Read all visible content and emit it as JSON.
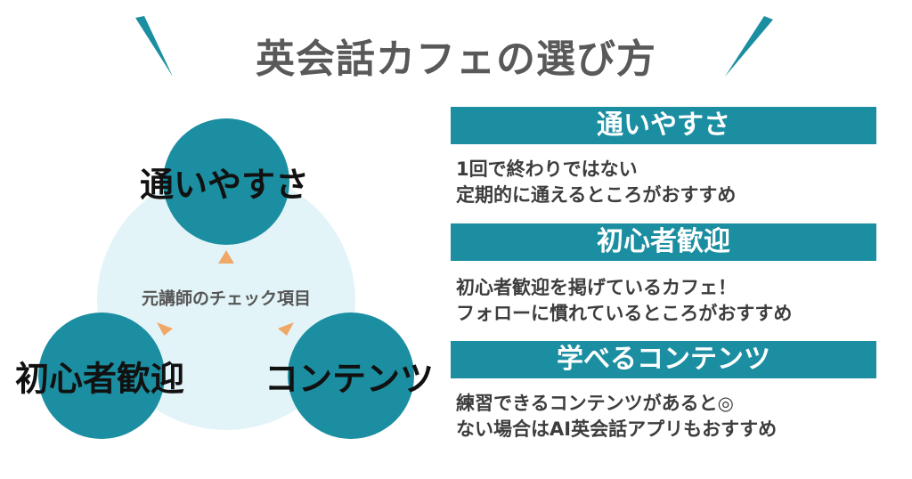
{
  "title": "英会話カフェの選び方",
  "colors": {
    "accent": "#1b8ea1",
    "circle_bg": "#e3f4f8",
    "arrow": "#f0a868",
    "title_text": "#595959"
  },
  "diagram": {
    "center_label": "元講師のチェック項目",
    "nodes": [
      {
        "label": "通いやすさ"
      },
      {
        "label": "初心者歓迎"
      },
      {
        "label": "コンテンツ"
      }
    ]
  },
  "sections": [
    {
      "heading": "通いやすさ",
      "lines": [
        "1回で終わりではない",
        "定期的に通えるところがおすすめ"
      ]
    },
    {
      "heading": "初心者歓迎",
      "lines": [
        "初心者歓迎を掲げているカフェ！",
        "フォローに慣れているところがおすすめ"
      ]
    },
    {
      "heading": "学べるコンテンツ",
      "lines": [
        "練習できるコンテンツがあると◎",
        "ない場合はAI英会話アプリもおすすめ"
      ]
    }
  ]
}
